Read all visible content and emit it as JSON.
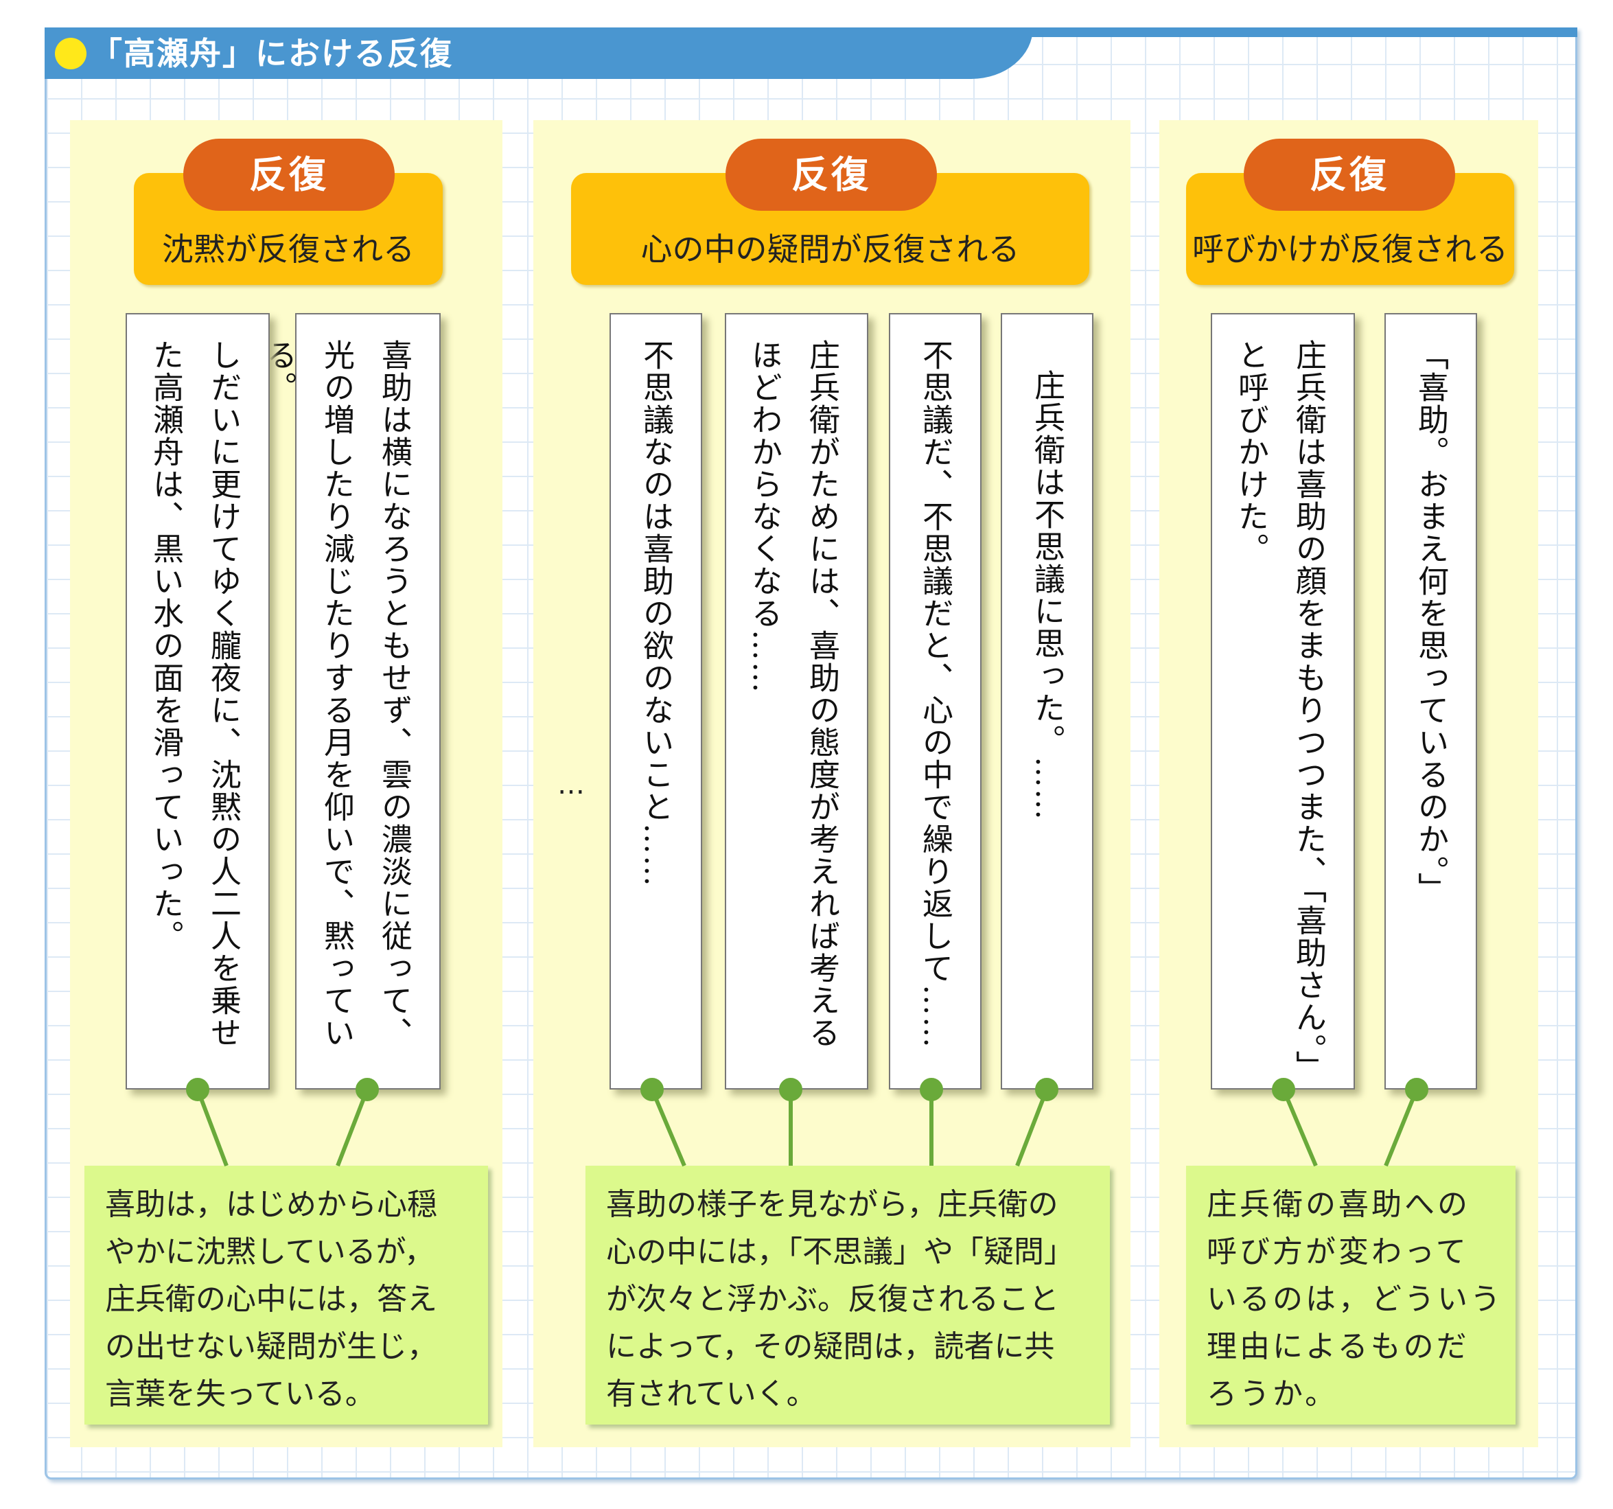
{
  "title": "「高瀬舟」における反復",
  "colors": {
    "header": "#4a96d0",
    "pill": "#e0641a",
    "box": "#fec10a",
    "panel": "#fdfccc",
    "note": "#dcf98c",
    "dot": "#6aaa3a"
  },
  "panels": [
    {
      "pill": "反復",
      "subtitle": "沈黙が反復される",
      "cards": [
        "喜助は横になろうともせず、雲の濃淡に従って、光の増したり減じたりする月を仰いで、黙っている。",
        "しだいに更けてゆく朧夜に、沈黙の人二人を乗せた高瀬舟は、黒い水の面を滑っていった。"
      ],
      "note": [
        "喜助は，はじめから心穏",
        "やかに沈黙しているが，",
        "庄兵衛の心中には，答え",
        "の出せない疑問が生じ，",
        "言葉を失っている。"
      ]
    },
    {
      "pill": "反復",
      "subtitle": "心の中の疑問が反復される",
      "cards": [
        "庄兵衛は不思議に思った。……",
        "不思議だ、不思議だと、心の中で繰り返して……",
        "庄兵衛がためには、喜助の態度が考えれば考えるほどわからなくなる……",
        "不思議なのは喜助の欲のないこと……"
      ],
      "ellipsis": "…",
      "note": [
        "喜助の様子を見ながら，庄兵衛の",
        "心の中には，「不思議」や「疑問」",
        "が次々と浮かぶ。反復されること",
        "によって，その疑問は，読者に共",
        "有されていく。"
      ]
    },
    {
      "pill": "反復",
      "subtitle": "呼びかけが反復される",
      "cards": [
        "「喜助。おまえ何を思っているのか。」",
        "庄兵衛は喜助の顔をまもりつつまた、「喜助さん。」と呼びかけた。"
      ],
      "note": [
        "庄兵衛の喜助への",
        "呼び方が変わって",
        "いるのは，どういう",
        "理由によるものだ",
        "ろうか。"
      ]
    }
  ]
}
